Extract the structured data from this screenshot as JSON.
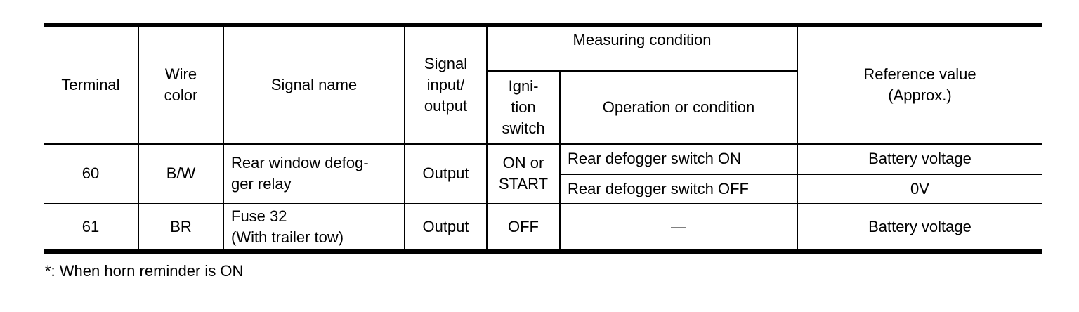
{
  "table": {
    "headers": {
      "terminal": "Terminal",
      "wire_color": "Wire\ncolor",
      "signal_name": "Signal name",
      "signal_io": "Signal\ninput/\noutput",
      "measuring_condition": "Measuring condition",
      "ignition_switch": "Igni-\ntion\nswitch",
      "operation_or_condition": "Operation or condition",
      "reference_value": "Reference value\n(Approx.)"
    },
    "rows": [
      {
        "terminal": "60",
        "wire_color": "B/W",
        "signal_name": "Rear window defog-\nger relay",
        "signal_io": "Output",
        "ignition_switch": "ON or\nSTART",
        "conditions": [
          {
            "operation": "Rear defogger switch ON",
            "reference": "Battery voltage"
          },
          {
            "operation": "Rear defogger switch OFF",
            "reference": "0V"
          }
        ]
      },
      {
        "terminal": "61",
        "wire_color": "BR",
        "signal_name": "Fuse 32\n(With trailer tow)",
        "signal_io": "Output",
        "ignition_switch": "OFF",
        "conditions": [
          {
            "operation": "—",
            "reference": "Battery voltage"
          }
        ]
      }
    ]
  },
  "footnote": "*: When horn reminder is ON",
  "colors": {
    "border": "#000000",
    "text": "#000000",
    "background": "#ffffff"
  }
}
